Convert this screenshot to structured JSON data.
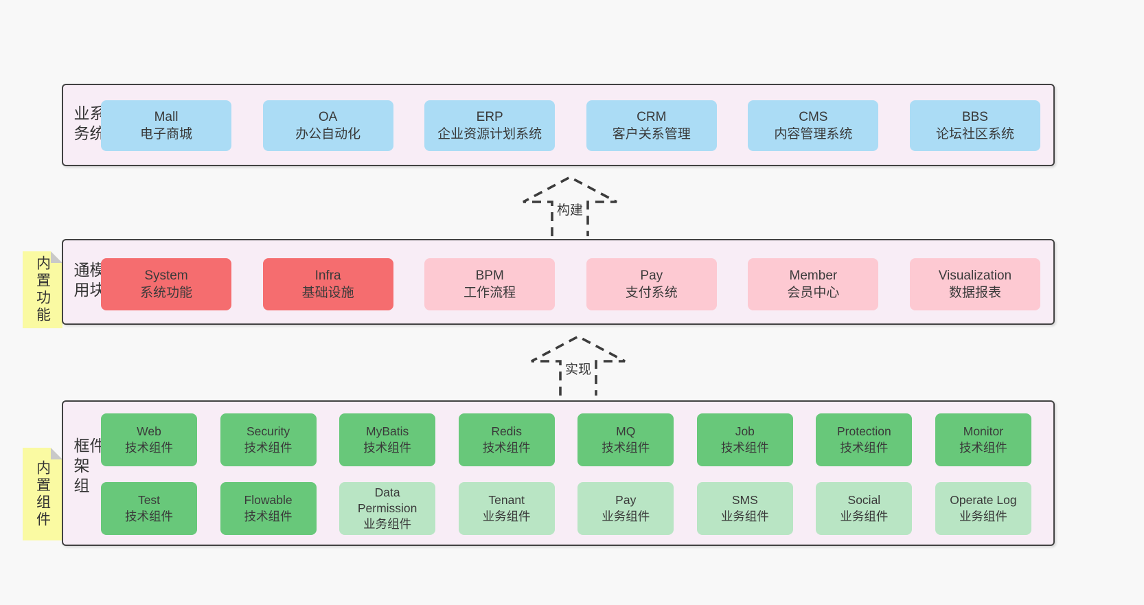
{
  "diagram": {
    "layers": [
      {
        "label": "业务系统",
        "boxes": [
          {
            "name": "Mall",
            "desc": "电子商城"
          },
          {
            "name": "OA",
            "desc": "办公自动化"
          },
          {
            "name": "ERP",
            "desc": "企业资源计划系统"
          },
          {
            "name": "CRM",
            "desc": "客户关系管理"
          },
          {
            "name": "CMS",
            "desc": "内容管理系统"
          },
          {
            "name": "BBS",
            "desc": "论坛社区系统"
          }
        ]
      },
      {
        "label": "通用模块",
        "sticky": "内置功能",
        "boxes": [
          {
            "name": "System",
            "desc": "系统功能"
          },
          {
            "name": "Infra",
            "desc": "基础设施"
          },
          {
            "name": "BPM",
            "desc": "工作流程"
          },
          {
            "name": "Pay",
            "desc": "支付系统"
          },
          {
            "name": "Member",
            "desc": "会员中心"
          },
          {
            "name": "Visualization",
            "desc": "数据报表"
          }
        ]
      },
      {
        "label": "框架组件",
        "sticky": "内置组件",
        "row1": [
          {
            "name": "Web",
            "desc": "技术组件"
          },
          {
            "name": "Security",
            "desc": "技术组件"
          },
          {
            "name": "MyBatis",
            "desc": "技术组件"
          },
          {
            "name": "Redis",
            "desc": "技术组件"
          },
          {
            "name": "MQ",
            "desc": "技术组件"
          },
          {
            "name": "Job",
            "desc": "技术组件"
          },
          {
            "name": "Protection",
            "desc": "技术组件"
          },
          {
            "name": "Monitor",
            "desc": "技术组件"
          }
        ],
        "row2": [
          {
            "name": "Test",
            "desc": "技术组件"
          },
          {
            "name": "Flowable",
            "desc": "技术组件"
          },
          {
            "name": "Data Permission",
            "desc": "业务组件"
          },
          {
            "name": "Tenant",
            "desc": "业务组件"
          },
          {
            "name": "Pay",
            "desc": "业务组件"
          },
          {
            "name": "SMS",
            "desc": "业务组件"
          },
          {
            "name": "Social",
            "desc": "业务组件"
          },
          {
            "name": "Operate Log",
            "desc": "业务组件"
          }
        ]
      }
    ],
    "arrows": [
      {
        "label": "构建"
      },
      {
        "label": "实现"
      }
    ],
    "colors": {
      "blue": "#abdcf5",
      "red": "#f56d6f",
      "pink": "#fdc9d2",
      "green_dark": "#68c87a",
      "green_light": "#b9e5c4",
      "container_bg": "#f8edf6",
      "sticky": "#fafaa2",
      "outline": "#3c3c3c",
      "page_bg": "#f8f8f8"
    }
  }
}
